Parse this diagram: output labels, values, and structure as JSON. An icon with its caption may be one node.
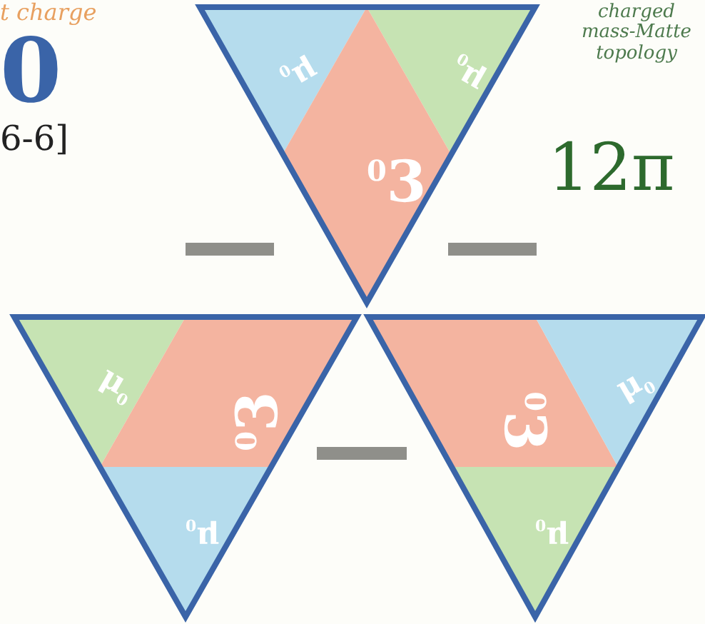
{
  "diagram": {
    "nodes": [
      {
        "text": [],
        "shape": "triangle"
      },
      {
        "text": [
          "μ$_{0}$"
        ],
        "in": 0
      },
      {
        "text": [
          "μ$_{0}$"
        ],
        "in": 0
      },
      {
        "text": [
          "$^{0}$3"
        ],
        "in": 0
      },
      {
        "text": [],
        "shape": "triangle"
      },
      {
        "text": [
          "μ$_{0}$"
        ],
        "in": 4
      },
      {
        "text": [
          "$^{0}$3"
        ],
        "in": 4
      },
      {
        "text": [
          "μ$_{0}$"
        ],
        "in": 4
      },
      {
        "text": [],
        "shape": "triangle"
      },
      {
        "text": [
          "$^{0}$3"
        ],
        "in": 8
      },
      {
        "text": [
          "μ$_{0}$"
        ],
        "in": 8
      },
      {
        "text": [
          "μ$_{0}$"
        ],
        "in": 8
      }
    ],
    "labels": [
      "t charge",
      "charged mass-Matte topology",
      "0",
      "6-6]",
      "12π"
    ]
  }
}
